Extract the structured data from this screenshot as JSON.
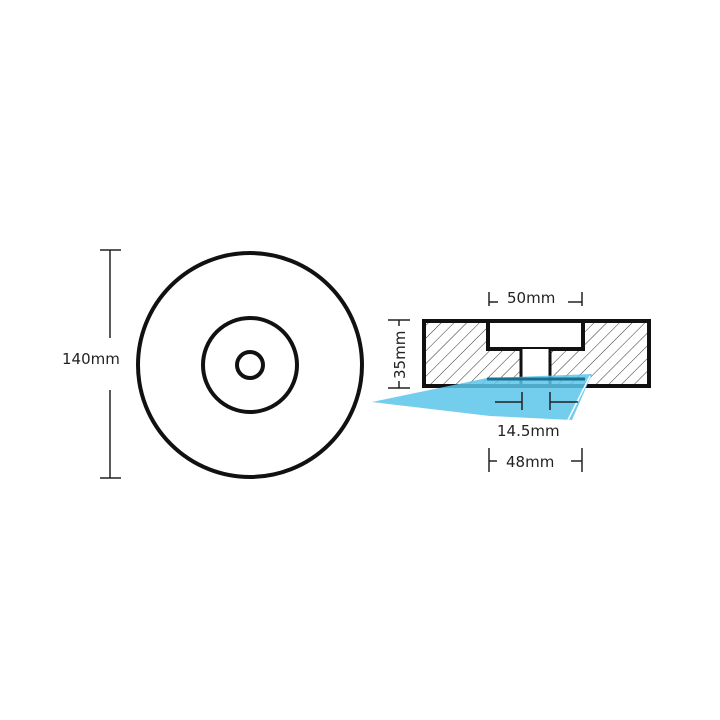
{
  "labels": {
    "diameter": "140mm",
    "counterbore_width": "50mm",
    "height": "35mm",
    "hole_diameter": "14.5mm",
    "base_width": "48mm"
  },
  "colors": {
    "line": "#111111",
    "highlight": "#5bc4ea"
  }
}
